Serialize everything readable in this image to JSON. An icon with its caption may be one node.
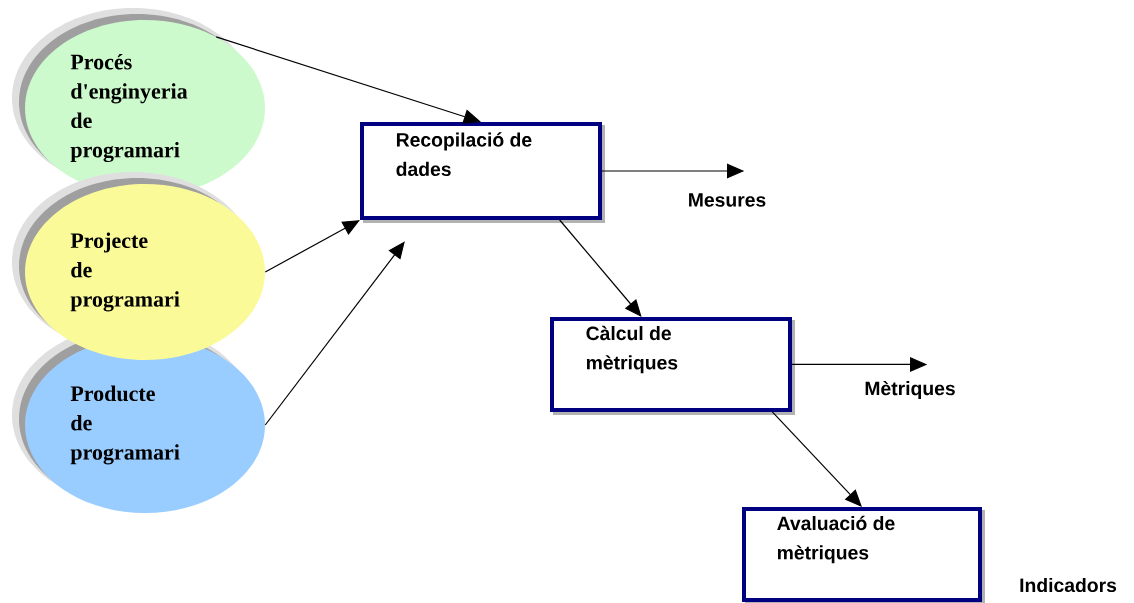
{
  "diagram": {
    "nodes": [
      {
        "text": [
          "Procés d'enginyeria de programari"
        ]
      },
      {
        "text": [
          "Projecte de programari"
        ]
      },
      {
        "text": [
          "Producte de programari"
        ]
      },
      {
        "text": [
          "Recopilació de dades"
        ]
      },
      {
        "text": [
          "Càlcul de mètriques"
        ]
      },
      {
        "text": [
          "Avaluació de mètriques"
        ]
      },
      {
        "text": [
          "Mesures"
        ]
      },
      {
        "text": [
          "Mètriques"
        ]
      }
    ],
    "edges": [
      {
        "from": 0,
        "to": 3,
        "arrow": "to"
      },
      {
        "from": 1,
        "to": 3,
        "arrow": "to"
      },
      {
        "from": 2,
        "to": 3,
        "arrow": "to"
      },
      {
        "from": 3,
        "to": 4,
        "arrow": "to"
      },
      {
        "from": 4,
        "to": 5,
        "arrow": "to"
      },
      {
        "from": 3,
        "to": 6,
        "arrow": "to"
      },
      {
        "from": 4,
        "to": 7,
        "arrow": "to"
      }
    ],
    "labels": [
      "Indicadors"
    ]
  }
}
